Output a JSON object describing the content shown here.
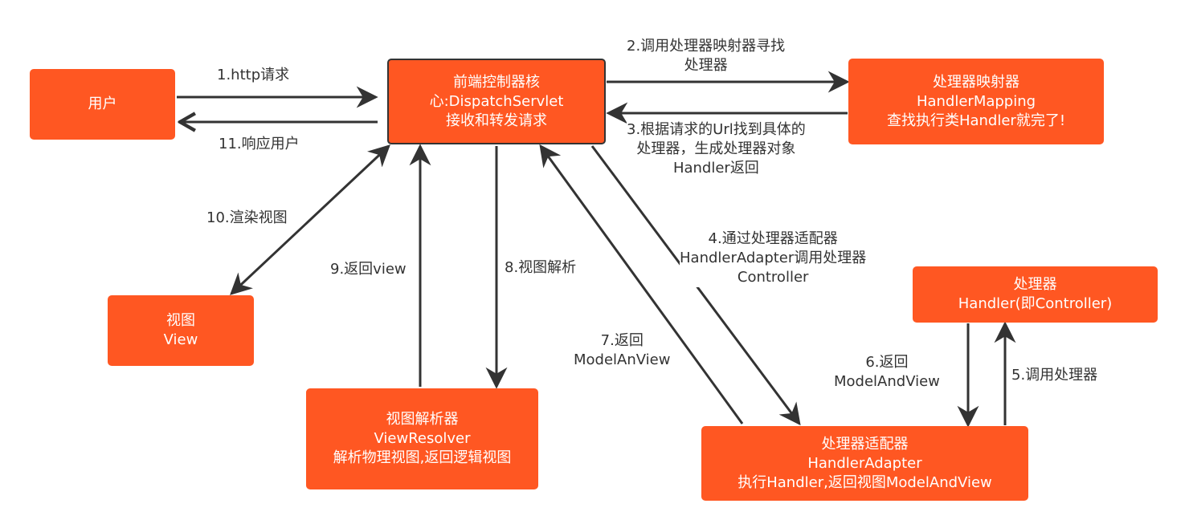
{
  "nodes": {
    "user": {
      "lines": [
        "用户"
      ]
    },
    "dispatcher": {
      "lines": [
        "前端控制器核",
        "心:DispatchServlet",
        "接收和转发请求"
      ]
    },
    "handler_mapping": {
      "lines": [
        "处理器映射器",
        "HandlerMapping",
        "查找执行类Handler就完了!"
      ]
    },
    "handler": {
      "lines": [
        "处理器",
        "Handler(即Controller)"
      ]
    },
    "view": {
      "lines": [
        "视图",
        "View"
      ]
    },
    "view_resolver": {
      "lines": [
        "视图解析器",
        "ViewResolver",
        "解析物理视图,返回逻辑视图"
      ]
    },
    "handler_adapter": {
      "lines": [
        "处理器适配器",
        "HandlerAdapter",
        "执行Handler,返回视图ModelAndView"
      ]
    }
  },
  "edges": {
    "e1": {
      "lines": [
        "1.http请求"
      ]
    },
    "e2": {
      "lines": [
        "2.调用处理器映射器寻找",
        "处理器"
      ]
    },
    "e3": {
      "lines": [
        "3.根据请求的Url找到具体的",
        "处理器，生成处理器对象",
        "Handler返回"
      ]
    },
    "e4": {
      "lines": [
        "4.通过处理器适配器",
        "HandlerAdapter调用处理器",
        "Controller"
      ]
    },
    "e5": {
      "lines": [
        "5.调用处理器"
      ]
    },
    "e6": {
      "lines": [
        "6.返回",
        "ModelAndView"
      ]
    },
    "e7": {
      "lines": [
        "7.返回",
        "ModelAnView"
      ]
    },
    "e8": {
      "lines": [
        "8.视图解析"
      ]
    },
    "e9": {
      "lines": [
        "9.返回view"
      ]
    },
    "e10": {
      "lines": [
        "10.渲染视图"
      ]
    },
    "e11": {
      "lines": [
        "11.响应用户"
      ]
    }
  },
  "colors": {
    "node_fill": "#ff5722",
    "node_text": "#ffffff",
    "edge": "#333333",
    "label": "#333333"
  }
}
